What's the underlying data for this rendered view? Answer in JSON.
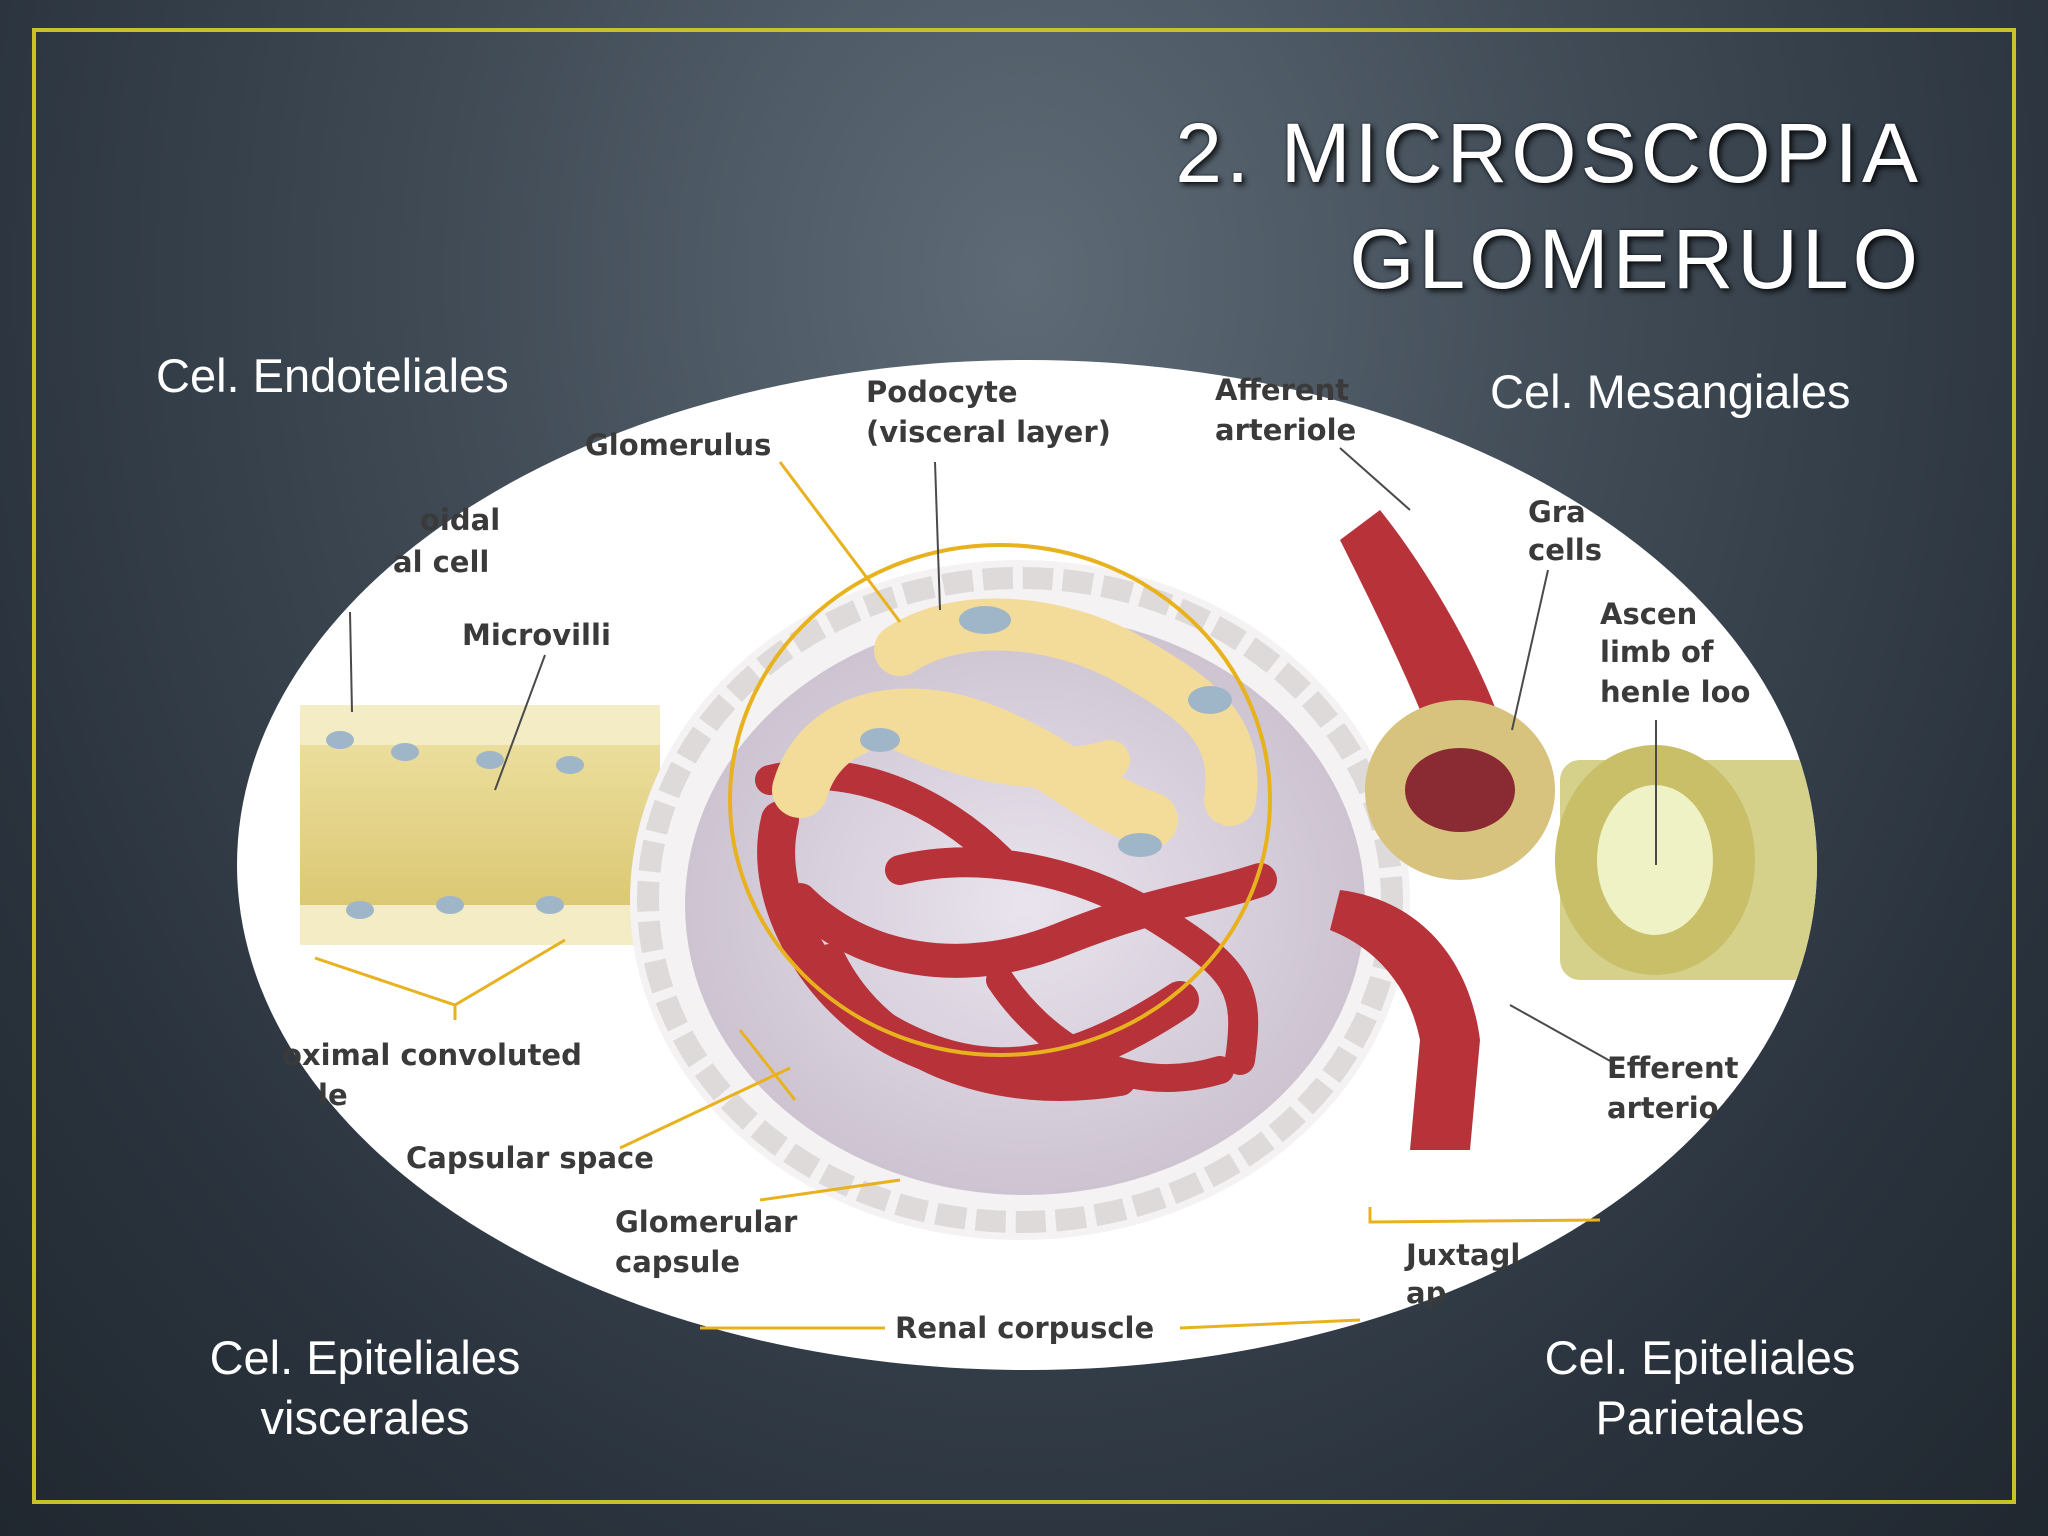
{
  "slide": {
    "title_line1": "2. MICROSCOPIA",
    "title_line2": "GLOMERULO",
    "label_top_left": "Cel. Endoteliales",
    "label_top_right": "Cel. Mesangiales",
    "label_bottom_left_line1": "Cel. Epiteliales",
    "label_bottom_left_line2": "viscerales",
    "label_bottom_right_line1": "Cel. Epiteliales",
    "label_bottom_right_line2": "Parietales"
  },
  "figure": {
    "glomerulus": "Glomerulus",
    "podocyte_line1": "Podocyte",
    "podocyte_line2": "(visceral layer)",
    "afferent_line1": "Afferent",
    "afferent_line2": "arteriole",
    "columnar_line1": "oidal",
    "columnar_line2": "al cell",
    "microvilli": "Microvilli",
    "granular_line1": "Gra",
    "granular_line2": "cells",
    "ascending_line1": "Ascen",
    "ascending_line2": "limb of",
    "ascending_line3": "henle loo",
    "proximal_line1": "oximal convoluted",
    "proximal_line2": "le",
    "capsular_space": "Capsular space",
    "glomerular_capsule_line1": "Glomerular",
    "glomerular_capsule_line2": "capsule",
    "renal_corpuscle": "Renal corpuscle",
    "efferent_line1": "Efferent",
    "efferent_line2": "arterio",
    "juxta_line1": "Juxtagl",
    "juxta_line2": "ap"
  },
  "colors": {
    "frame_border": "#c8c227",
    "highlight_circle": "#e8b21e",
    "vessel_red": "#b8323a",
    "podocyte_cream": "#f3dc9a"
  }
}
